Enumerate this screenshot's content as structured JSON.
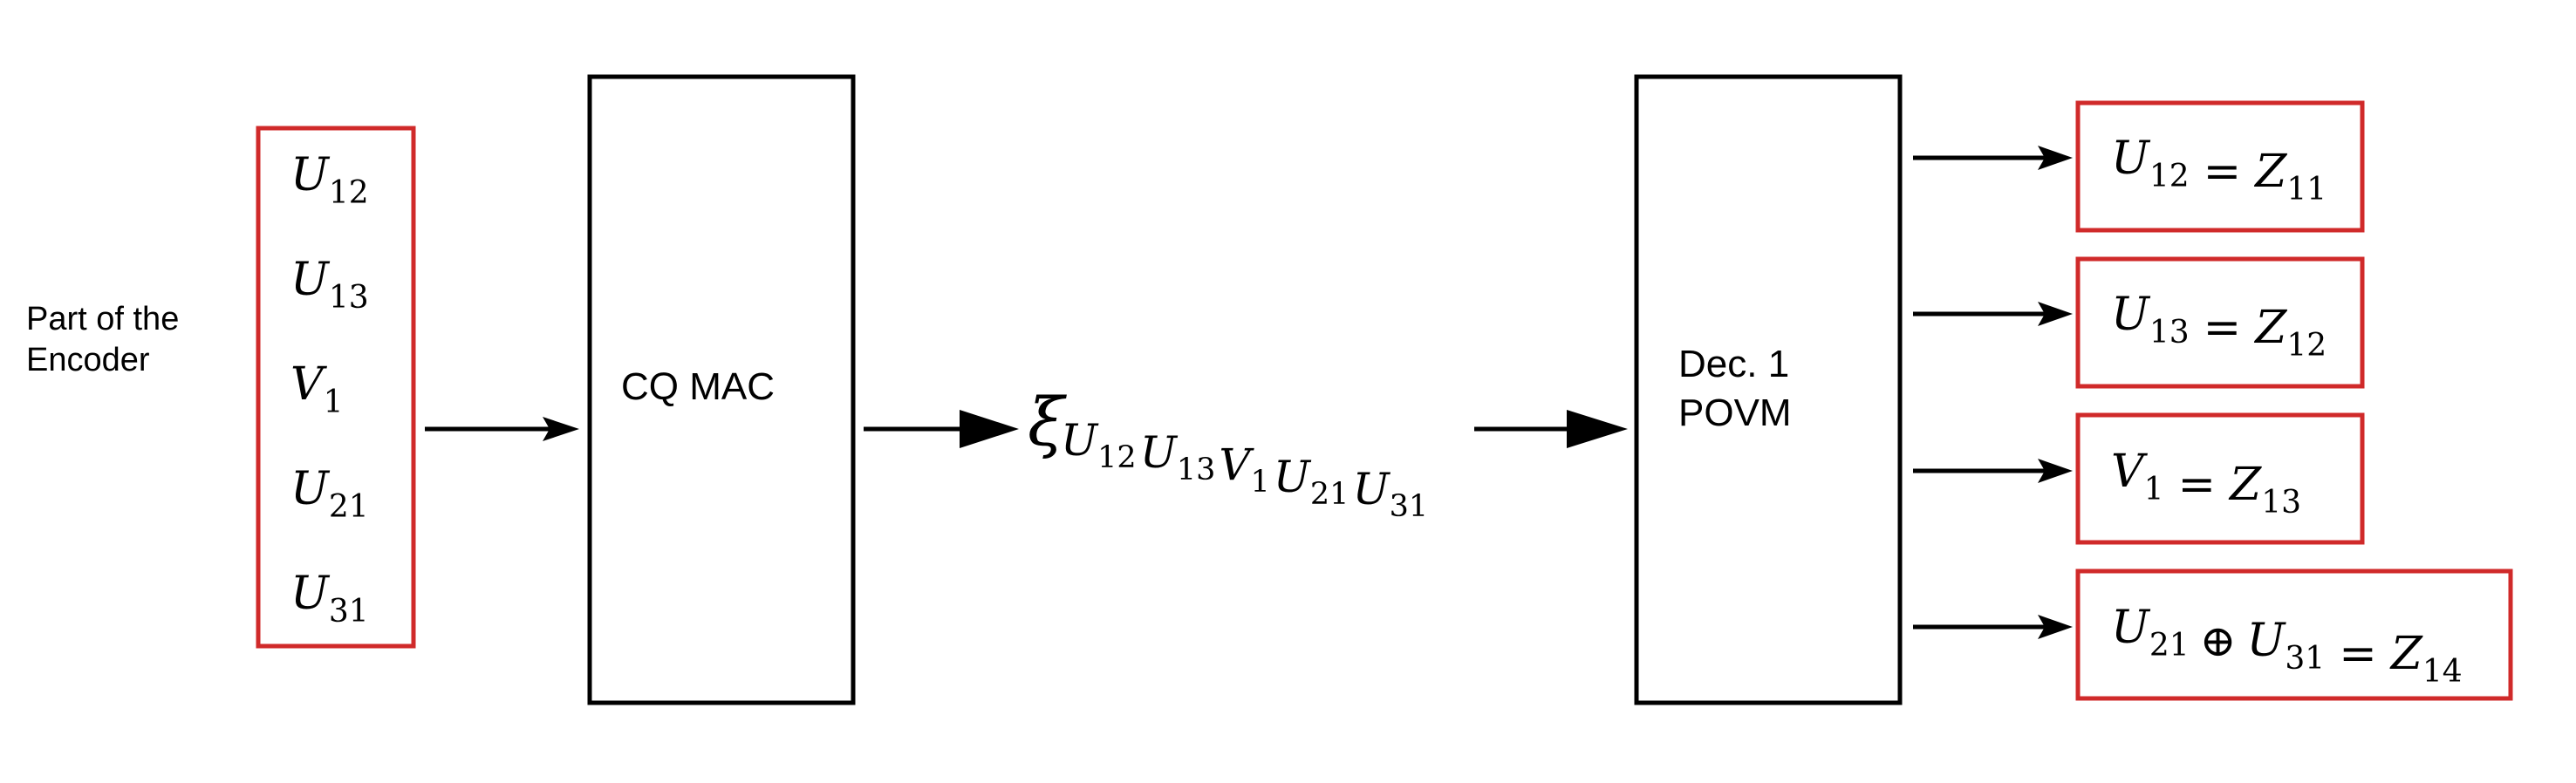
{
  "encoder_label": {
    "line1": "Part of the",
    "line2": "Encoder"
  },
  "input_vars": [
    {
      "base": "U",
      "sub": "12"
    },
    {
      "base": "U",
      "sub": "13"
    },
    {
      "base": "V",
      "sub": "1"
    },
    {
      "base": "U",
      "sub": "21"
    },
    {
      "base": "U",
      "sub": "31"
    }
  ],
  "mac_block": {
    "label": "CQ MAC"
  },
  "state": {
    "symbol": "ξ",
    "subscript": [
      {
        "base": "U",
        "sub": "12"
      },
      {
        "base": "U",
        "sub": "13"
      },
      {
        "base": "V",
        "sub": "1"
      },
      {
        "base": "U",
        "sub": "21"
      },
      {
        "base": "U",
        "sub": "31"
      }
    ]
  },
  "decoder_block": {
    "line1": "Dec. 1",
    "line2": "POVM"
  },
  "outputs": [
    {
      "lhs": [
        {
          "base": "U",
          "sub": "12"
        }
      ],
      "rhs": {
        "base": "Z",
        "sub": "11"
      }
    },
    {
      "lhs": [
        {
          "base": "U",
          "sub": "13"
        }
      ],
      "rhs": {
        "base": "Z",
        "sub": "12"
      }
    },
    {
      "lhs": [
        {
          "base": "V",
          "sub": "1"
        }
      ],
      "rhs": {
        "base": "Z",
        "sub": "13"
      }
    },
    {
      "lhs": [
        {
          "base": "U",
          "sub": "21"
        },
        {
          "base": "U",
          "sub": "31"
        }
      ],
      "rhs": {
        "base": "Z",
        "sub": "14"
      }
    }
  ],
  "colors": {
    "highlight_border": "#d02a2a",
    "block_border": "#000000",
    "arrow": "#000000"
  }
}
